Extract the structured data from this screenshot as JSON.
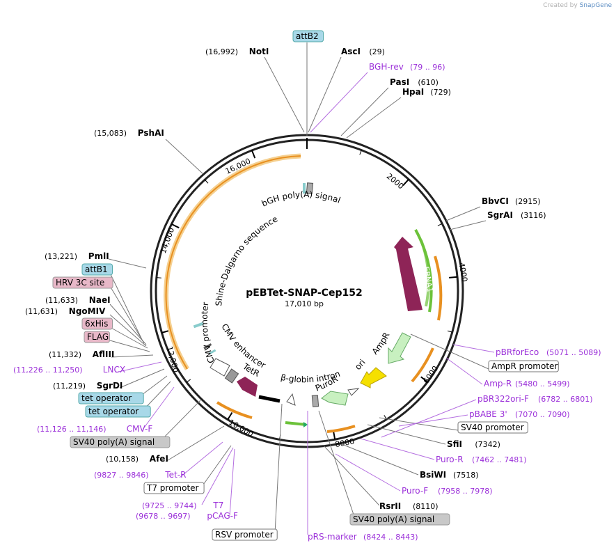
{
  "watermark": {
    "prefix": "Created by",
    "brand": "SnapGene"
  },
  "plasmid": {
    "name": "pEBTet-SNAP-Cep152",
    "size_label": "17,010 bp",
    "total_bp": 17010
  },
  "ticks": [
    "2000",
    "4000",
    "6000",
    "8000",
    "10,000",
    "12,000",
    "14,000",
    "16,000"
  ],
  "features": {
    "bgh": "bGH poly(A) signal",
    "shine": "Shine-Dalgarno sequence",
    "cmv_promoter": "CMV promoter",
    "cmv_enhancer": "CMV enhancer",
    "tetr": "TetR",
    "beta_globin": "β-globin intron",
    "puror": "PuroR",
    "ori": "ori",
    "ampr": "AmpR",
    "ebna1": "EBNA1"
  },
  "labels": [
    {
      "id": "attb2",
      "name": "attB2",
      "style": "box-blue"
    },
    {
      "id": "noti",
      "name": "NotI",
      "pos": "(16,992)",
      "style": "enzyme"
    },
    {
      "id": "asci",
      "name": "AscI",
      "pos": "(29)",
      "style": "enzyme"
    },
    {
      "id": "bghrev",
      "name": "BGH-rev",
      "pos": "(79 .. 96)",
      "style": "primer"
    },
    {
      "id": "pasi",
      "name": "PasI",
      "pos": "(610)",
      "style": "enzyme"
    },
    {
      "id": "hpai",
      "name": "HpaI",
      "pos": "(729)",
      "style": "enzyme"
    },
    {
      "id": "pshai",
      "name": "PshAI",
      "pos": "(15,083)",
      "style": "enzyme"
    },
    {
      "id": "bbvci",
      "name": "BbvCI",
      "pos": "(2915)",
      "style": "enzyme"
    },
    {
      "id": "sgrai",
      "name": "SgrAI",
      "pos": "(3116)",
      "style": "enzyme"
    },
    {
      "id": "pmli",
      "name": "PmlI",
      "pos": "(13,221)",
      "style": "enzyme"
    },
    {
      "id": "attb1",
      "name": "attB1",
      "style": "box-blue"
    },
    {
      "id": "hrv",
      "name": "HRV 3C site",
      "style": "box-pink"
    },
    {
      "id": "naei",
      "name": "NaeI",
      "pos": "(11,633)",
      "style": "enzyme"
    },
    {
      "id": "ngomiv",
      "name": "NgoMIV",
      "pos": "(11,631)",
      "style": "enzyme"
    },
    {
      "id": "sixhis",
      "name": "6xHis",
      "style": "box-pink"
    },
    {
      "id": "flag",
      "name": "FLAG",
      "style": "box-pink"
    },
    {
      "id": "aflii",
      "name": "AflIII",
      "pos": "(11,332)",
      "style": "enzyme"
    },
    {
      "id": "lncx",
      "name": "LNCX",
      "pos": "(11,226 .. 11,250)",
      "style": "primer"
    },
    {
      "id": "sgrdi",
      "name": "SgrDI",
      "pos": "(11,219)",
      "style": "enzyme"
    },
    {
      "id": "tetop1",
      "name": "tet operator",
      "style": "box-blue"
    },
    {
      "id": "tetop2",
      "name": "tet operator",
      "style": "box-blue"
    },
    {
      "id": "cmvf",
      "name": "CMV-F",
      "pos": "(11,126 .. 11,146)",
      "style": "primer"
    },
    {
      "id": "sv40pa_l",
      "name": "SV40 poly(A) signal",
      "style": "box-gray"
    },
    {
      "id": "afei",
      "name": "AfeI",
      "pos": "(10,158)",
      "style": "enzyme"
    },
    {
      "id": "tetr_p",
      "name": "Tet-R",
      "pos": "(9827 .. 9846)",
      "style": "primer"
    },
    {
      "id": "t7prom",
      "name": "T7 promoter",
      "style": "box-white"
    },
    {
      "id": "t7",
      "name": "T7",
      "pos": "(9725 .. 9744)",
      "style": "primer"
    },
    {
      "id": "pcagf",
      "name": "pCAG-F",
      "pos": "(9678 .. 9697)",
      "style": "primer"
    },
    {
      "id": "rsv",
      "name": "RSV promoter",
      "style": "box-white"
    },
    {
      "id": "prsm",
      "name": "pRS-marker",
      "pos": "(8424 .. 8443)",
      "style": "primer"
    },
    {
      "id": "sv40pa_b",
      "name": "SV40 poly(A) signal",
      "style": "box-gray"
    },
    {
      "id": "rsrii",
      "name": "RsrII",
      "pos": "(8110)",
      "style": "enzyme"
    },
    {
      "id": "purof",
      "name": "Puro-F",
      "pos": "(7958 .. 7978)",
      "style": "primer"
    },
    {
      "id": "bsiwi",
      "name": "BsiWI",
      "pos": "(7518)",
      "style": "enzyme"
    },
    {
      "id": "puror_p",
      "name": "Puro-R",
      "pos": "(7462 .. 7481)",
      "style": "primer"
    },
    {
      "id": "sfii",
      "name": "SfiI",
      "pos": "(7342)",
      "style": "enzyme"
    },
    {
      "id": "sv40prom",
      "name": "SV40 promoter",
      "style": "box-white"
    },
    {
      "id": "pbabe",
      "name": "pBABE 3'",
      "pos": "(7070 .. 7090)",
      "style": "primer"
    },
    {
      "id": "pbr322",
      "name": "pBR322ori-F",
      "pos": "(6782 .. 6801)",
      "style": "primer"
    },
    {
      "id": "ampr_p",
      "name": "Amp-R",
      "pos": "(5480 .. 5499)",
      "style": "primer"
    },
    {
      "id": "amprprom",
      "name": "AmpR promoter",
      "style": "box-white"
    },
    {
      "id": "pbrfor",
      "name": "pBRforEco",
      "pos": "(5071 .. 5089)",
      "style": "primer"
    }
  ],
  "colors": {
    "enzyme_text": "#000000",
    "primer_text": "#9b30d9",
    "box_blue": "#a8d8e8",
    "box_pink": "#e8b8c8",
    "box_gray": "#c8c8c8",
    "cds_maroon": "#8e2457",
    "primer_green": "#6cc23a",
    "primer_orange": "#e89020",
    "ori_yellow": "#f5e000",
    "ampr_green": "#c8f0c0",
    "backbone": "#222222"
  }
}
